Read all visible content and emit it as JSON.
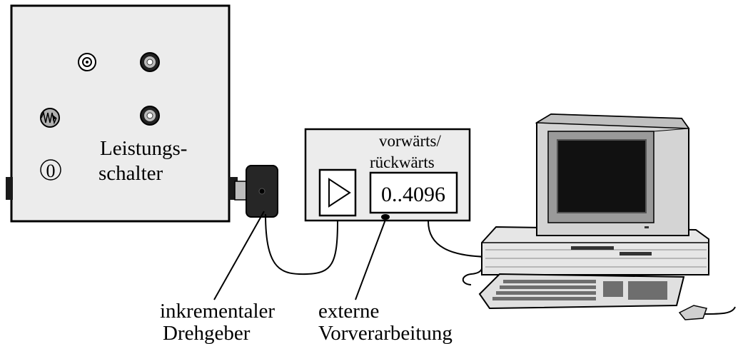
{
  "device_box": {
    "power_switch_label_line1": "Leistungs-",
    "power_switch_label_line2": "schalter",
    "zero_symbol": "0"
  },
  "preprocessor": {
    "direction_label_line1": "vorwärts/",
    "direction_label_line2": "rückwärts",
    "counter_display": "0..4096"
  },
  "callouts": {
    "encoder_line1": "inkrementaler",
    "encoder_line2": "Drehgeber",
    "preprocessing_line1": "externe",
    "preprocessing_line2": "Vorverarbeitung"
  }
}
